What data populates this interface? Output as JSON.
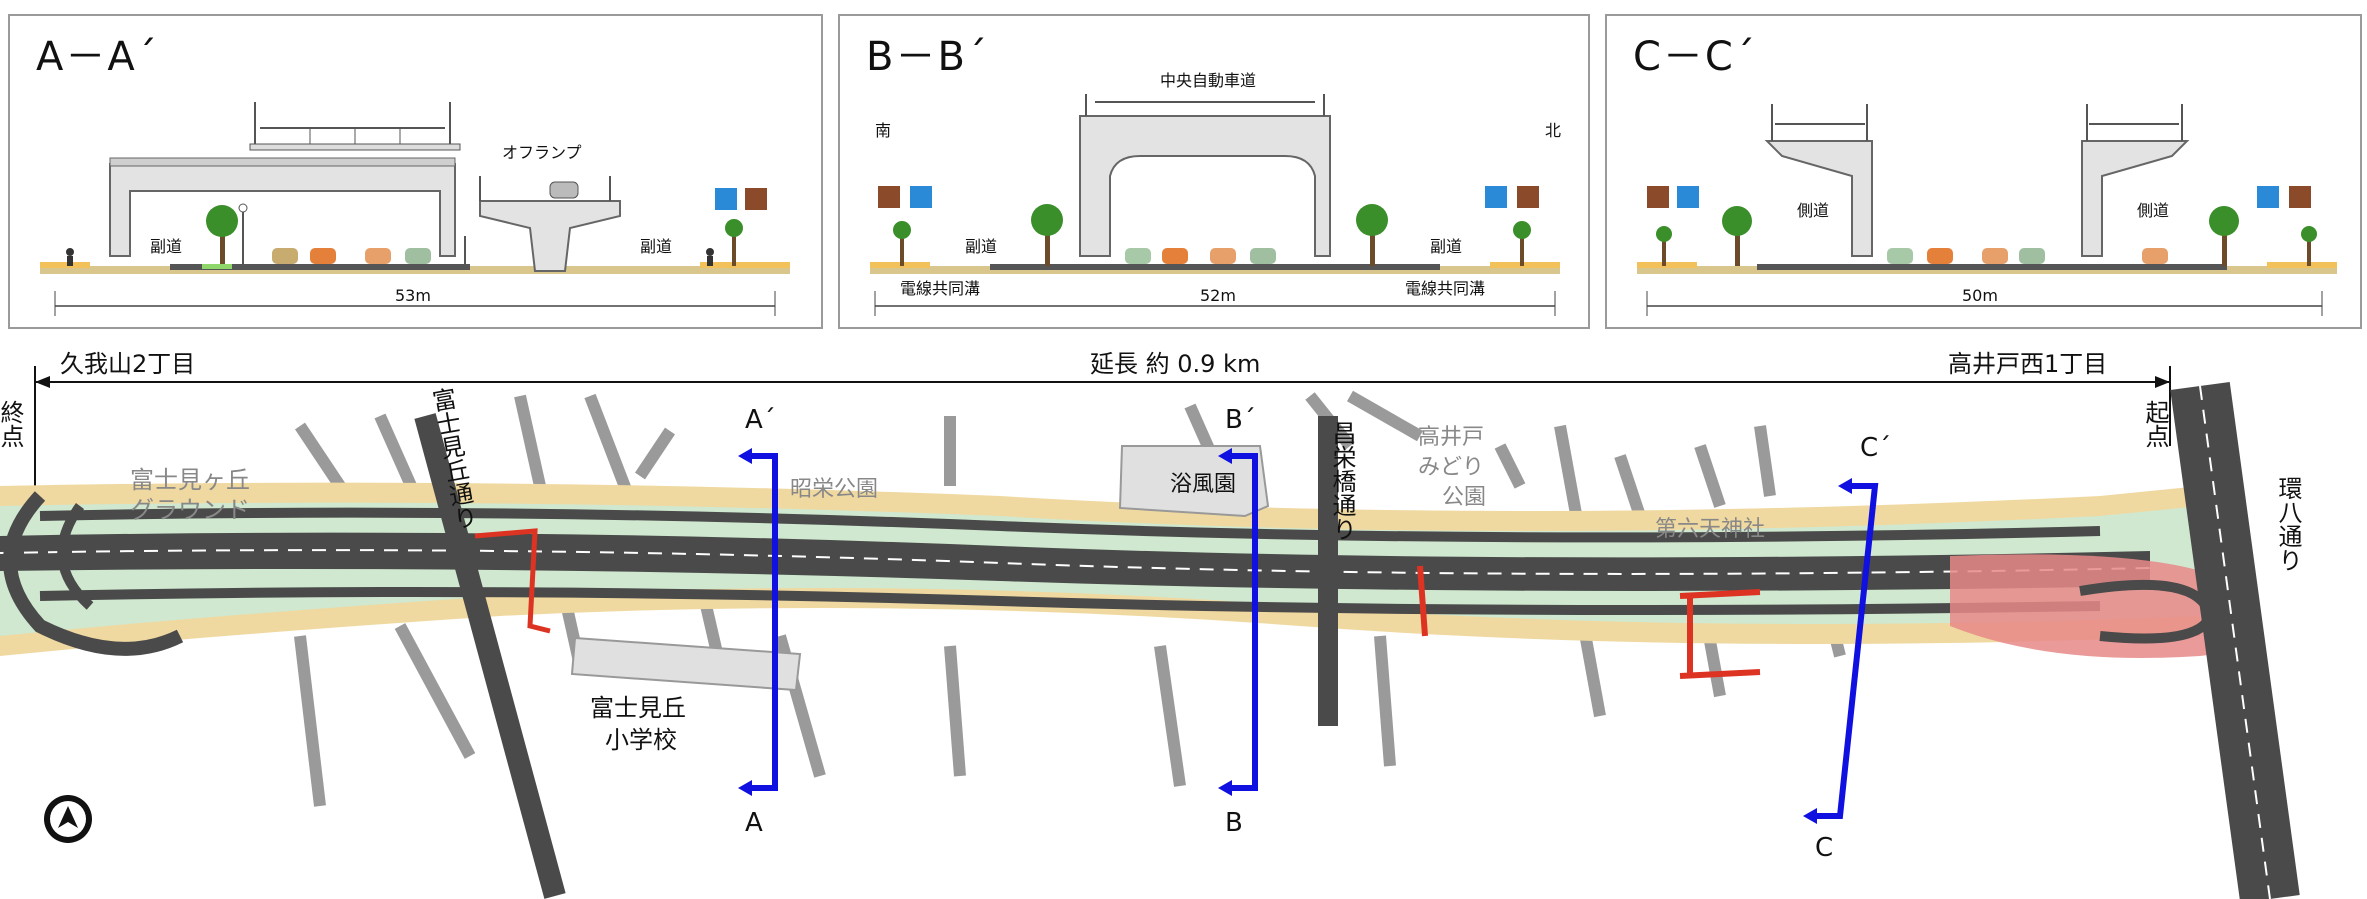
{
  "sections": [
    {
      "title": "A－A´",
      "labels": {
        "ramp": "オフランプ",
        "side_left": "副道",
        "side_right": "副道",
        "width": "53m"
      }
    },
    {
      "title": "B－B´",
      "labels": {
        "center": "中央自動車道",
        "south": "南",
        "north": "北",
        "side_left": "副道",
        "side_right": "副道",
        "cable_left": "電線共同溝",
        "cable_right": "電線共同溝",
        "width": "52m"
      }
    },
    {
      "title": "C－C´",
      "labels": {
        "side_left": "側道",
        "side_right": "側道",
        "width": "50m"
      }
    }
  ],
  "route": {
    "end_name": "久我山2丁目",
    "start_name": "高井戸西1丁目",
    "length": "延長 約 0.9 km",
    "end_marker": "終点",
    "start_marker": "起点"
  },
  "map_labels": {
    "ground": [
      "富士見ヶ丘",
      "グラウンド"
    ],
    "fujimi_street": "富士見丘通り",
    "shoei_park": "昭栄公園",
    "yokufuen": "浴風園",
    "shoeibashi_street": "昌栄橋通り",
    "takaido_park": [
      "高井戸",
      "みどり",
      "公園"
    ],
    "shrine": "第六天神社",
    "kanpachi": "環八通り",
    "school": [
      "富士見丘",
      "小学校"
    ]
  },
  "section_markers": {
    "a_top": "A´",
    "a_bottom": "A",
    "b_top": "B´",
    "b_bottom": "B",
    "c_top": "C´",
    "c_bottom": "C"
  },
  "colors": {
    "cut_line": "#1010e0",
    "road": "#4a4a4a",
    "sidewalk": "#f0d9a0",
    "ramp": "#e88888",
    "structure": "#e0e0e0"
  },
  "icons": [
    "pedestrian-sign-icon",
    "bicycle-sign-icon",
    "north-arrow-icon"
  ]
}
